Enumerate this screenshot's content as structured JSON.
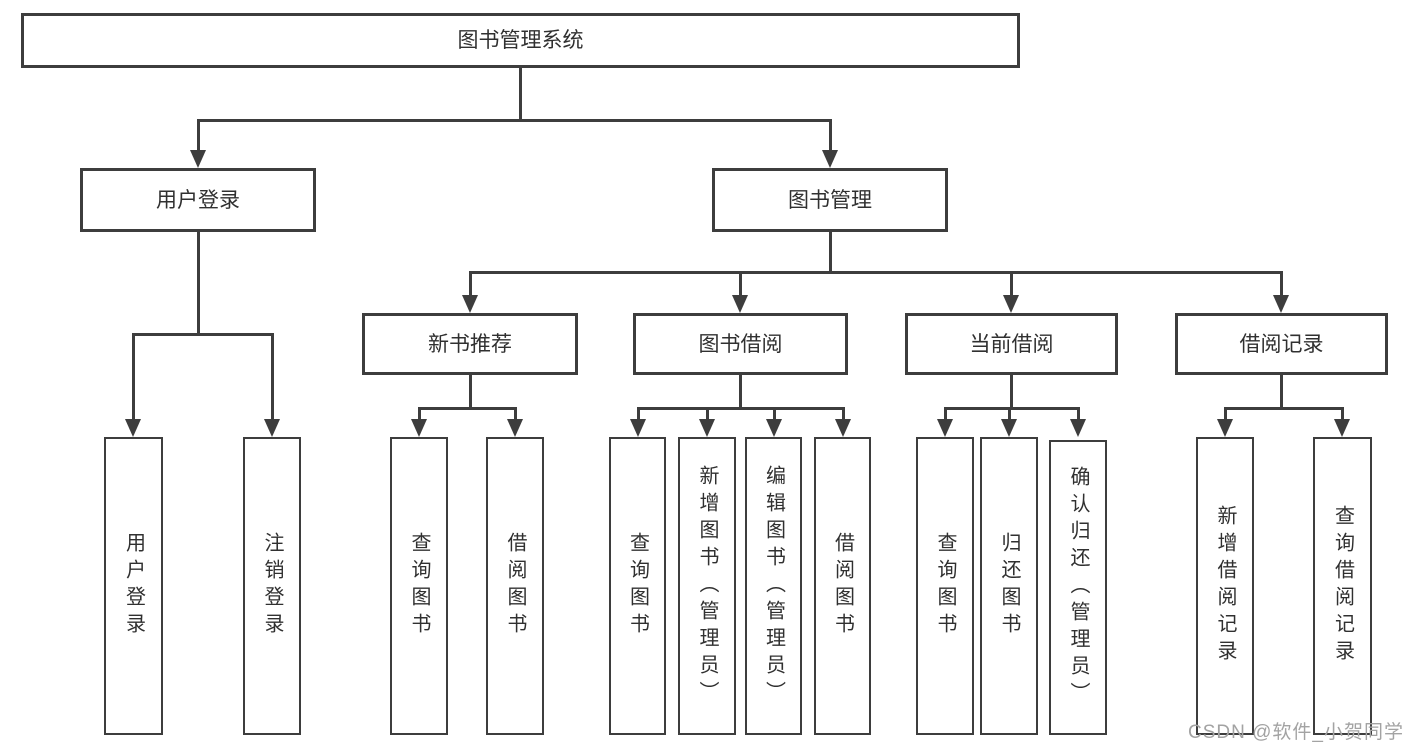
{
  "nodes": {
    "root": "图书管理系统",
    "user_login": "用户登录",
    "book_mgmt": "图书管理",
    "new_book_rec": "新书推荐",
    "book_borrow": "图书借阅",
    "current_borrow": "当前借阅",
    "borrow_records": "借阅记录",
    "leaves_user_login": [
      "用户登录",
      "注销登录"
    ],
    "leaves_new_book_rec": [
      "查询图书",
      "借阅图书"
    ],
    "leaves_book_borrow": [
      "查询图书",
      "新增图书（管理员）",
      "编辑图书（管理员）",
      "借阅图书"
    ],
    "leaves_current_borrow": [
      "查询图书",
      "归还图书",
      "确认归还（管理员）"
    ],
    "leaves_borrow_records": [
      "新增借阅记录",
      "查询借阅记录"
    ]
  },
  "watermark": "CSDN @软件_小贺同学",
  "colors": {
    "line": "#3d3d3d",
    "text": "#303030",
    "watermark": "#a3a3a3",
    "background": "#ffffff"
  }
}
